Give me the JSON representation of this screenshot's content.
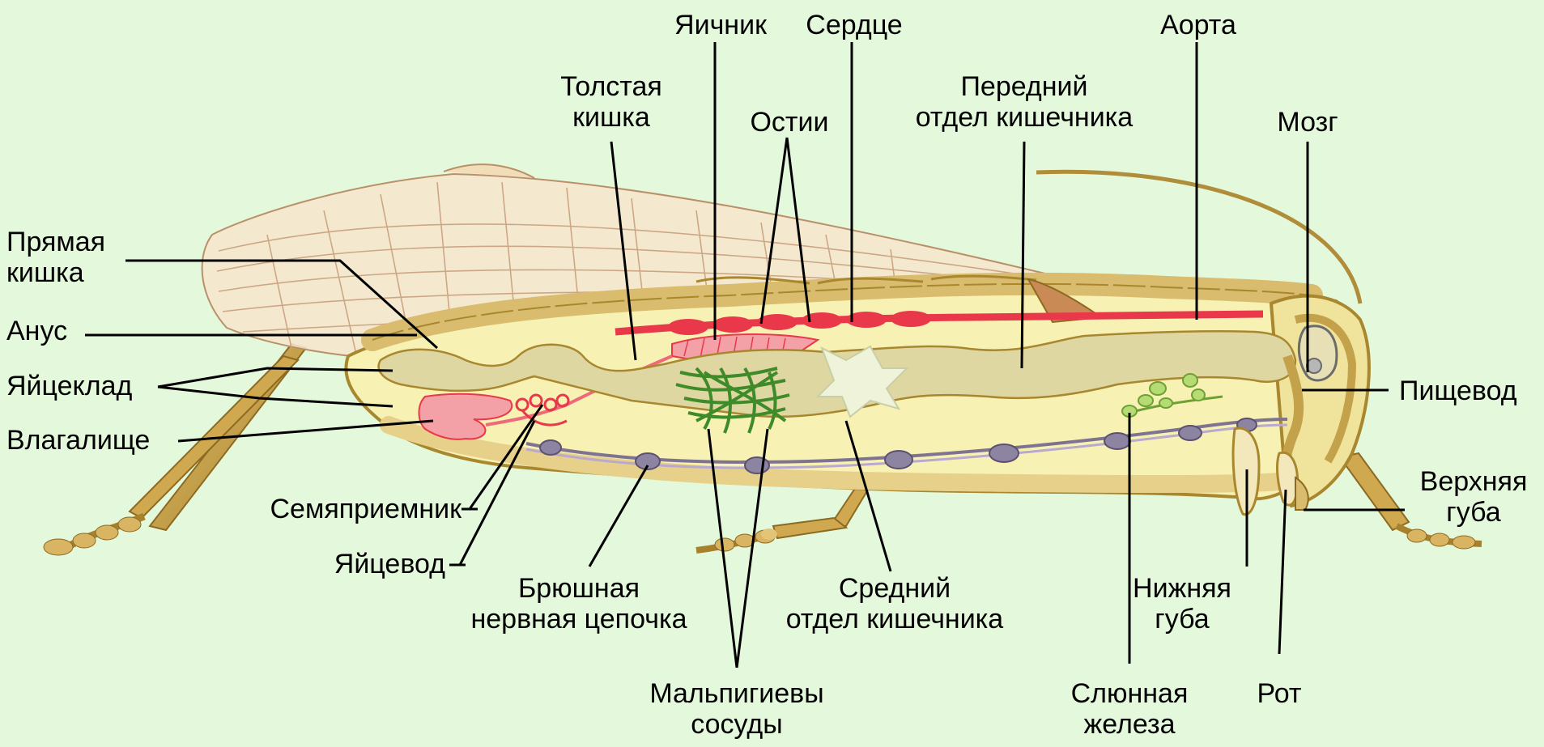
{
  "labels": {
    "ovary": "Яичник",
    "heart": "Сердце",
    "aorta": "Аорта",
    "colon": [
      "Толстая",
      "кишка"
    ],
    "ostia": "Остии",
    "foregut": [
      "Передний",
      "отдел кишечника"
    ],
    "brain": "Мозг",
    "rectum": [
      "Прямая",
      "кишка"
    ],
    "anus": "Анус",
    "ovipositor": "Яйцеклад",
    "vagina": "Влагалище",
    "esophagus": "Пищевод",
    "upper_lip": [
      "Верхняя",
      "губа"
    ],
    "spermatheca": "Семяприемник",
    "oviduct": "Яйцевод",
    "nerve_cord": [
      "Брюшная",
      "нервная цепочка"
    ],
    "midgut": [
      "Средний",
      "отдел кишечника"
    ],
    "lower_lip": [
      "Нижняя",
      "губа"
    ],
    "malpighian": [
      "Мальпигиевы",
      "сосуды"
    ],
    "salivary": [
      "Слюнная",
      "железа"
    ],
    "mouth": "Рот"
  },
  "colors": {
    "background": "#e4f9dc",
    "body_fill": "#f8f1b4",
    "body_outline": "#a8872f",
    "wing": "#f6e6cd",
    "wing_veins": "#c9a07e",
    "gut": "#dfd7a2",
    "heart_vessel": "#e8384a",
    "malpighian": "#3f8b2a",
    "nerve": "#7f7392",
    "leg": "#caa247",
    "reproductive": "#ef6a78"
  }
}
